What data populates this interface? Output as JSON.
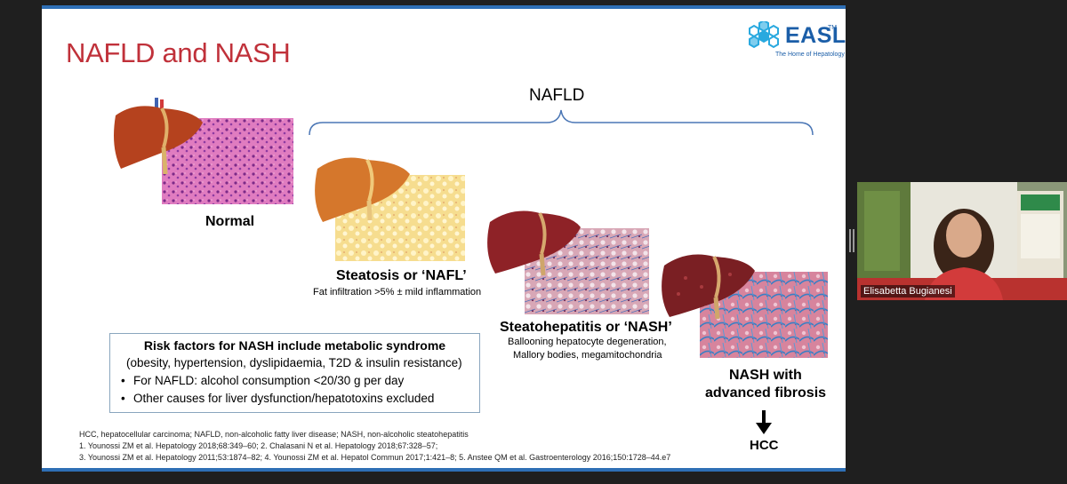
{
  "slide": {
    "title": "NAFLD and NASH",
    "logo": {
      "name": "EASL",
      "tm": "TM",
      "tagline": "The Home of Hepatology"
    },
    "nafld_heading": "NAFLD",
    "stages": [
      {
        "label": "Normal",
        "description": ""
      },
      {
        "label": "Steatosis or ‘NAFL’",
        "description": "Fat infiltration >5% ± mild inflammation"
      },
      {
        "label": "Steatohepatitis or ‘NASH’",
        "description_lines": [
          "Ballooning hepatocyte degeneration,",
          "Mallory bodies, megamitochondria"
        ]
      },
      {
        "label_lines": [
          "NASH with",
          "advanced fibrosis"
        ]
      }
    ],
    "outcome": "HCC",
    "risk_box": {
      "title": "Risk factors for NASH include metabolic syndrome",
      "subtitle": "(obesity, hypertension, dyslipidaemia, T2D & insulin resistance)",
      "bullets": [
        "For NAFLD: alcohol consumption <20/30 g per day",
        "Other causes for liver dysfunction/hepatotoxins excluded"
      ]
    },
    "footnotes": [
      "HCC, hepatocellular carcinoma; NAFLD, non-alcoholic fatty liver disease; NASH, non-alcoholic steatohepatitis",
      "1. Younossi ZM et al. Hepatology 2018;68:349–60; 2. Chalasani N et al. Hepatology 2018;67:328–57;",
      "3. Younossi ZM et al. Hepatology 2011;53:1874–82; 4. Younossi ZM et al. Hepatol Commun 2017;1:421–8; 5. Anstee QM et al. Gastroenterology 2016;150:1728–44.e7"
    ],
    "colors": {
      "title": "#c0313a",
      "brand": "#1b5ea8",
      "accent_bar": "#2e6fb5"
    }
  },
  "participant": {
    "name": "Elisabetta Bugianesi"
  }
}
